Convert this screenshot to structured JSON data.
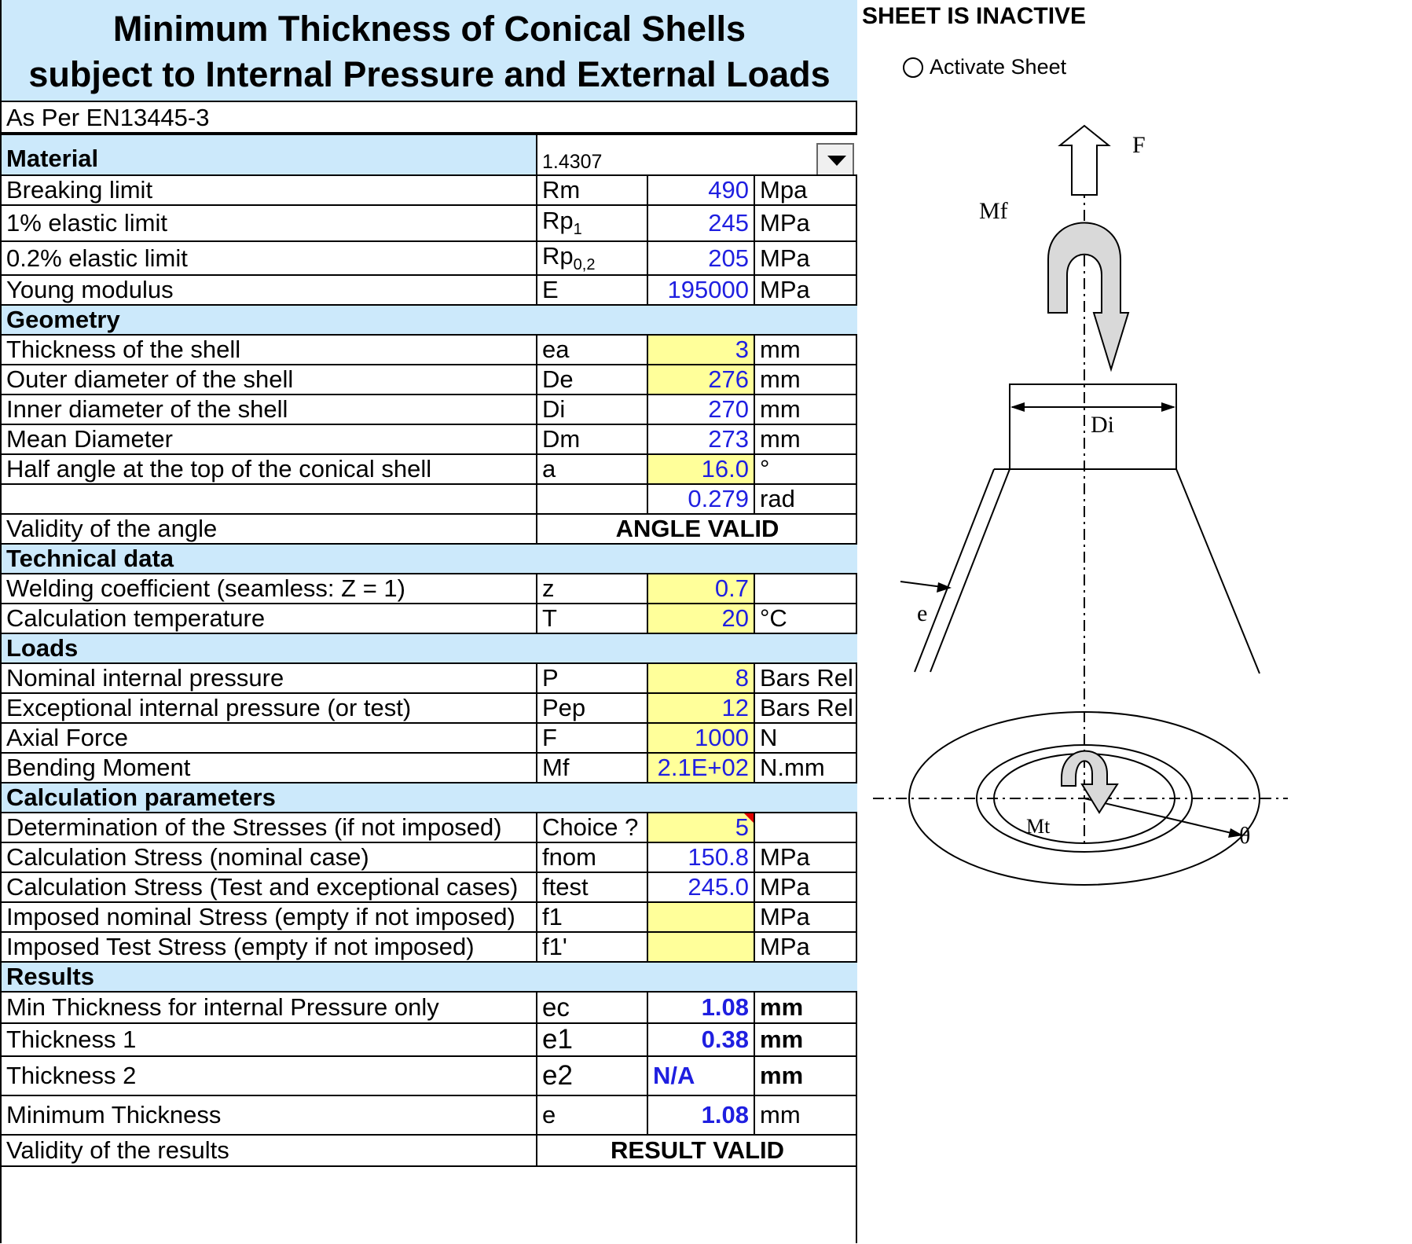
{
  "title": {
    "line1": "Minimum Thickness of Conical Shells",
    "line2": "subject to Internal Pressure and External Loads"
  },
  "subtitle": "As Per EN13445-3",
  "material": {
    "label": "Material",
    "value": "1.4307",
    "rows": [
      {
        "name": "Breaking limit",
        "sym": "Rm",
        "value": "490",
        "unit": "Mpa"
      },
      {
        "name": "1% elastic limit",
        "sym": "Rp",
        "sub": "1",
        "value": "245",
        "unit": "MPa"
      },
      {
        "name": "0.2% elastic limit",
        "sym": "Rp",
        "sub": "0,2",
        "value": "205",
        "unit": "MPa"
      },
      {
        "name": "Young modulus",
        "sym": "E",
        "value": "195000",
        "unit": "MPa"
      }
    ]
  },
  "geometry": {
    "label": "Geometry",
    "rows": [
      {
        "name": "Thickness of the shell",
        "sym": "ea",
        "value": "3",
        "unit": "mm"
      },
      {
        "name": "Outer diameter of the shell",
        "sym": "De",
        "value": "276",
        "unit": "mm"
      },
      {
        "name": "Inner diameter of the shell",
        "sym": "Di",
        "value": "270",
        "unit": "mm"
      },
      {
        "name": "Mean Diameter",
        "sym": "Dm",
        "value": "273",
        "unit": "mm"
      },
      {
        "name": "Half angle at the top of the conical shell",
        "sym": "a",
        "value": "16.0",
        "unit": "°"
      },
      {
        "name": "",
        "sym": "",
        "value": "0.279",
        "unit": "rad"
      }
    ],
    "validity_label": "Validity of the angle",
    "validity_value": "ANGLE VALID"
  },
  "technical": {
    "label": "Technical data",
    "rows": [
      {
        "name": "Welding coefficient (seamless: Z = 1)",
        "sym": "z",
        "value": "0.7",
        "unit": ""
      },
      {
        "name": "Calculation temperature",
        "sym": "T",
        "value": "20",
        "unit": "°C"
      }
    ]
  },
  "loads": {
    "label": "Loads",
    "rows": [
      {
        "name": "Nominal internal pressure",
        "sym": "P",
        "value": "8",
        "unit": "Bars Rel"
      },
      {
        "name": "Exceptional internal pressure (or test)",
        "sym": "Pep",
        "value": "12",
        "unit": "Bars Rel"
      },
      {
        "name": "Axial Force",
        "sym": "F",
        "value": "1000",
        "unit": "N"
      },
      {
        "name": "Bending Moment",
        "sym": "Mf",
        "value": "2.1E+02",
        "unit": "N.mm"
      }
    ]
  },
  "calc": {
    "label": "Calculation parameters",
    "rows": [
      {
        "name": "Determination of the Stresses (if not imposed)",
        "sym": "Choice ?",
        "value": "5",
        "unit": ""
      },
      {
        "name": "Calculation Stress (nominal case)",
        "sym": "fnom",
        "value": "150.8",
        "unit": "MPa"
      },
      {
        "name": "Calculation Stress (Test and exceptional cases)",
        "sym": "ftest",
        "value": "245.0",
        "unit": "MPa"
      },
      {
        "name": "Imposed nominal Stress (empty if not imposed)",
        "sym": "f1",
        "value": "",
        "unit": "MPa"
      },
      {
        "name": "Imposed Test Stress (empty if not imposed)",
        "sym": "f1'",
        "value": "",
        "unit": "MPa"
      }
    ]
  },
  "results": {
    "label": "Results",
    "rows": [
      {
        "name": "Min Thickness for internal Pressure only",
        "sym": "ec",
        "value": "1.08",
        "unit": "mm"
      },
      {
        "name": "Thickness 1",
        "sym": "e1",
        "value": "0.38",
        "unit": "mm"
      },
      {
        "name": "Thickness 2",
        "sym": "e2",
        "value": "N/A",
        "unit": "mm"
      },
      {
        "name": "Minimum Thickness",
        "sym": "e",
        "value": "1.08",
        "unit": "mm"
      }
    ],
    "validity_label": "Validity of the results",
    "validity_value": "RESULT VALID"
  },
  "panel": {
    "status": "SHEET IS INACTIVE",
    "activate_label": "Activate Sheet"
  },
  "diagram": {
    "F": "F",
    "Mf": "Mf",
    "Di": "Di",
    "e": "e",
    "Mt": "Mt",
    "theta": "θ"
  }
}
